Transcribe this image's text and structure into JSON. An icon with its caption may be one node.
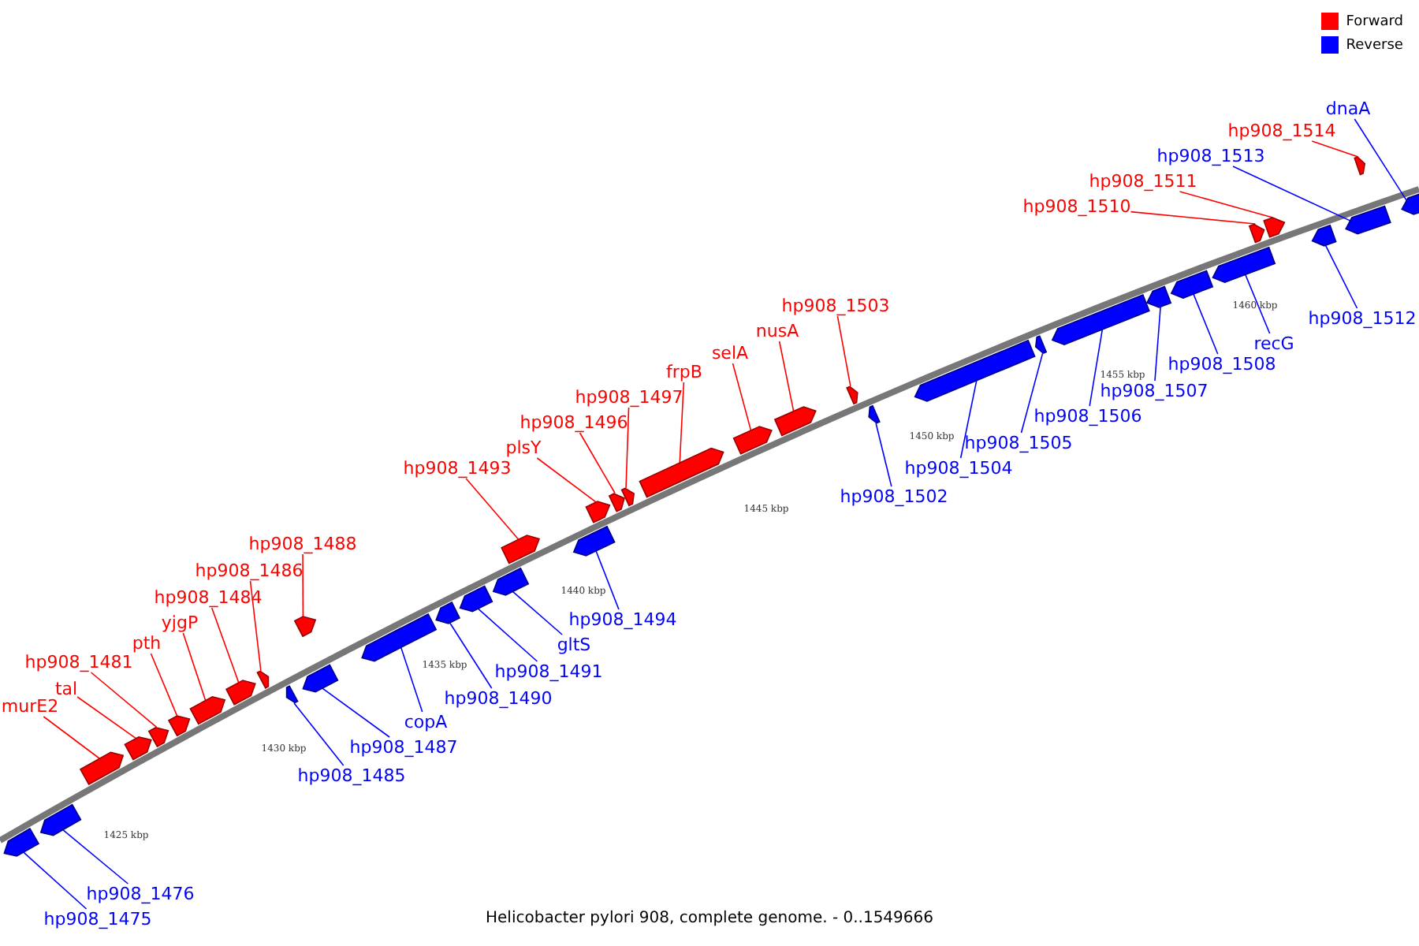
{
  "diagram": {
    "caption": "Helicobacter pylori 908, complete genome. - 0..1549666",
    "nodes": [
      {
        "text": [
          "hp908_1475"
        ]
      },
      {
        "text": [
          "hp908_1476"
        ]
      },
      {
        "text": [
          "murE2"
        ]
      },
      {
        "text": [
          "tal"
        ]
      },
      {
        "text": [
          "hp908_1481"
        ]
      },
      {
        "text": [
          "pth"
        ]
      },
      {
        "text": [
          "yjgP"
        ]
      },
      {
        "text": [
          "hp908_1484"
        ]
      },
      {
        "text": [
          "hp908_1486"
        ]
      },
      {
        "text": [
          "hp908_1485"
        ]
      },
      {
        "text": [
          "hp908_1487"
        ]
      },
      {
        "text": [
          "hp908_1488"
        ]
      },
      {
        "text": [
          "copA"
        ]
      },
      {
        "text": [
          "hp908_1490"
        ]
      },
      {
        "text": [
          "hp908_1491"
        ]
      },
      {
        "text": [
          "gltS"
        ]
      },
      {
        "text": [
          "hp908_1493"
        ]
      },
      {
        "text": [
          "hp908_1494"
        ]
      },
      {
        "text": [
          "plsY"
        ]
      },
      {
        "text": [
          "hp908_1496"
        ]
      },
      {
        "text": [
          "hp908_1497"
        ]
      },
      {
        "text": [
          "frpB"
        ]
      },
      {
        "text": [
          "selA"
        ]
      },
      {
        "text": [
          "nusA"
        ]
      },
      {
        "text": [
          "hp908_1503"
        ]
      },
      {
        "text": [
          "hp908_1502"
        ]
      },
      {
        "text": [
          "hp908_1504"
        ]
      },
      {
        "text": [
          "hp908_1505"
        ]
      },
      {
        "text": [
          "hp908_1506"
        ]
      },
      {
        "text": [
          "hp908_1507"
        ]
      },
      {
        "text": [
          "hp908_1508"
        ]
      },
      {
        "text": [
          "recG"
        ]
      },
      {
        "text": [
          "hp908_1510"
        ]
      },
      {
        "text": [
          "hp908_1511"
        ]
      },
      {
        "text": [
          "hp908_1512"
        ]
      },
      {
        "text": [
          "hp908_1513"
        ]
      },
      {
        "text": [
          "hp908_1514"
        ]
      },
      {
        "text": [
          "dnaA"
        ]
      },
      {
        "text": [],
        "shape": "arrow"
      },
      {
        "text": [],
        "shape": "arrow"
      },
      {
        "text": [],
        "shape": "arrow"
      },
      {
        "text": [],
        "shape": "arrow"
      },
      {
        "text": [],
        "shape": "arrow"
      },
      {
        "text": [],
        "shape": "arrow"
      },
      {
        "text": [],
        "shape": "arrow"
      },
      {
        "text": [],
        "shape": "arrow"
      },
      {
        "text": [],
        "shape": "arrow"
      },
      {
        "text": [],
        "shape": "arrow"
      },
      {
        "text": [],
        "shape": "arrow"
      },
      {
        "text": [],
        "shape": "arrow"
      },
      {
        "text": [],
        "shape": "arrow"
      },
      {
        "text": [],
        "shape": "arrow"
      },
      {
        "text": [],
        "shape": "arrow"
      },
      {
        "text": [],
        "shape": "arrow"
      },
      {
        "text": [],
        "shape": "arrow"
      },
      {
        "text": [],
        "shape": "arrow"
      },
      {
        "text": [],
        "shape": "arrow"
      },
      {
        "text": [],
        "shape": "arrow"
      },
      {
        "text": [],
        "shape": "arrow"
      },
      {
        "text": [],
        "shape": "arrow"
      },
      {
        "text": [],
        "shape": "arrow"
      },
      {
        "text": [],
        "shape": "arrow"
      },
      {
        "text": [],
        "shape": "arrow"
      },
      {
        "text": [],
        "shape": "arrow"
      },
      {
        "text": [],
        "shape": "arrow"
      },
      {
        "text": [],
        "shape": "arrow"
      },
      {
        "text": [],
        "shape": "arrow"
      },
      {
        "text": [],
        "shape": "arrow"
      },
      {
        "text": [],
        "shape": "arrow"
      },
      {
        "text": [],
        "shape": "arrow"
      },
      {
        "text": [],
        "shape": "arrow"
      },
      {
        "text": [],
        "shape": "arrow"
      },
      {
        "text": [],
        "shape": "arrow"
      },
      {
        "text": [],
        "shape": "arrow"
      },
      {
        "text": [],
        "shape": "arrow"
      },
      {
        "text": [],
        "shape": "arrow"
      }
    ],
    "edges": [
      {
        "from": 0,
        "to": 38,
        "arrow": "none",
        "color": "#0000ff"
      },
      {
        "from": 1,
        "to": 39,
        "arrow": "none",
        "color": "#0000ff"
      },
      {
        "from": 2,
        "to": 40,
        "arrow": "none",
        "color": "#ff0000"
      },
      {
        "from": 3,
        "to": 41,
        "arrow": "none",
        "color": "#ff0000"
      },
      {
        "from": 4,
        "to": 42,
        "arrow": "none",
        "color": "#ff0000"
      },
      {
        "from": 5,
        "to": 43,
        "arrow": "none",
        "color": "#ff0000"
      },
      {
        "from": 6,
        "to": 44,
        "arrow": "none",
        "color": "#ff0000"
      },
      {
        "from": 7,
        "to": 45,
        "arrow": "none",
        "color": "#ff0000"
      },
      {
        "from": 8,
        "to": 46,
        "arrow": "none",
        "color": "#ff0000"
      },
      {
        "from": 9,
        "to": 47,
        "arrow": "none",
        "color": "#0000ff"
      },
      {
        "from": 10,
        "to": 48,
        "arrow": "none",
        "color": "#0000ff"
      },
      {
        "from": 11,
        "to": 49,
        "arrow": "none",
        "color": "#ff0000"
      },
      {
        "from": 12,
        "to": 50,
        "arrow": "none",
        "color": "#0000ff"
      },
      {
        "from": 13,
        "to": 51,
        "arrow": "none",
        "color": "#0000ff"
      },
      {
        "from": 14,
        "to": 52,
        "arrow": "none",
        "color": "#0000ff"
      },
      {
        "from": 15,
        "to": 53,
        "arrow": "none",
        "color": "#0000ff"
      },
      {
        "from": 16,
        "to": 54,
        "arrow": "none",
        "color": "#ff0000"
      },
      {
        "from": 17,
        "to": 55,
        "arrow": "none",
        "color": "#0000ff"
      },
      {
        "from": 18,
        "to": 56,
        "arrow": "none",
        "color": "#ff0000"
      },
      {
        "from": 19,
        "to": 57,
        "arrow": "none",
        "color": "#ff0000"
      },
      {
        "from": 20,
        "to": 58,
        "arrow": "none",
        "color": "#ff0000"
      },
      {
        "from": 21,
        "to": 59,
        "arrow": "none",
        "color": "#ff0000"
      },
      {
        "from": 22,
        "to": 60,
        "arrow": "none",
        "color": "#ff0000"
      },
      {
        "from": 23,
        "to": 61,
        "arrow": "none",
        "color": "#ff0000"
      },
      {
        "from": 24,
        "to": 62,
        "arrow": "none",
        "color": "#ff0000"
      },
      {
        "from": 25,
        "to": 63,
        "arrow": "none",
        "color": "#0000ff"
      },
      {
        "from": 26,
        "to": 64,
        "arrow": "none",
        "color": "#0000ff"
      },
      {
        "from": 27,
        "to": 65,
        "arrow": "none",
        "color": "#0000ff"
      },
      {
        "from": 28,
        "to": 66,
        "arrow": "none",
        "color": "#0000ff"
      },
      {
        "from": 29,
        "to": 67,
        "arrow": "none",
        "color": "#0000ff"
      },
      {
        "from": 30,
        "to": 68,
        "arrow": "none",
        "color": "#0000ff"
      },
      {
        "from": 31,
        "to": 69,
        "arrow": "none",
        "color": "#0000ff"
      },
      {
        "from": 32,
        "to": 70,
        "arrow": "none",
        "color": "#ff0000"
      },
      {
        "from": 33,
        "to": 71,
        "arrow": "none",
        "color": "#ff0000"
      },
      {
        "from": 34,
        "to": 72,
        "arrow": "none",
        "color": "#0000ff"
      },
      {
        "from": 35,
        "to": 73,
        "arrow": "none",
        "color": "#0000ff"
      },
      {
        "from": 36,
        "to": 74,
        "arrow": "none",
        "color": "#ff0000"
      },
      {
        "from": 37,
        "to": 75,
        "arrow": "none",
        "color": "#0000ff"
      }
    ],
    "labels": [
      "1425 kbp",
      "1430 kbp",
      "1435 kbp",
      "1440 kbp",
      "1445 kbp",
      "1450 kbp",
      "1455 kbp",
      "1460 kbp"
    ],
    "legend": [
      {
        "text": "Forward",
        "color": "#ff0000"
      },
      {
        "text": "Reverse",
        "color": "#0000ff"
      }
    ]
  }
}
